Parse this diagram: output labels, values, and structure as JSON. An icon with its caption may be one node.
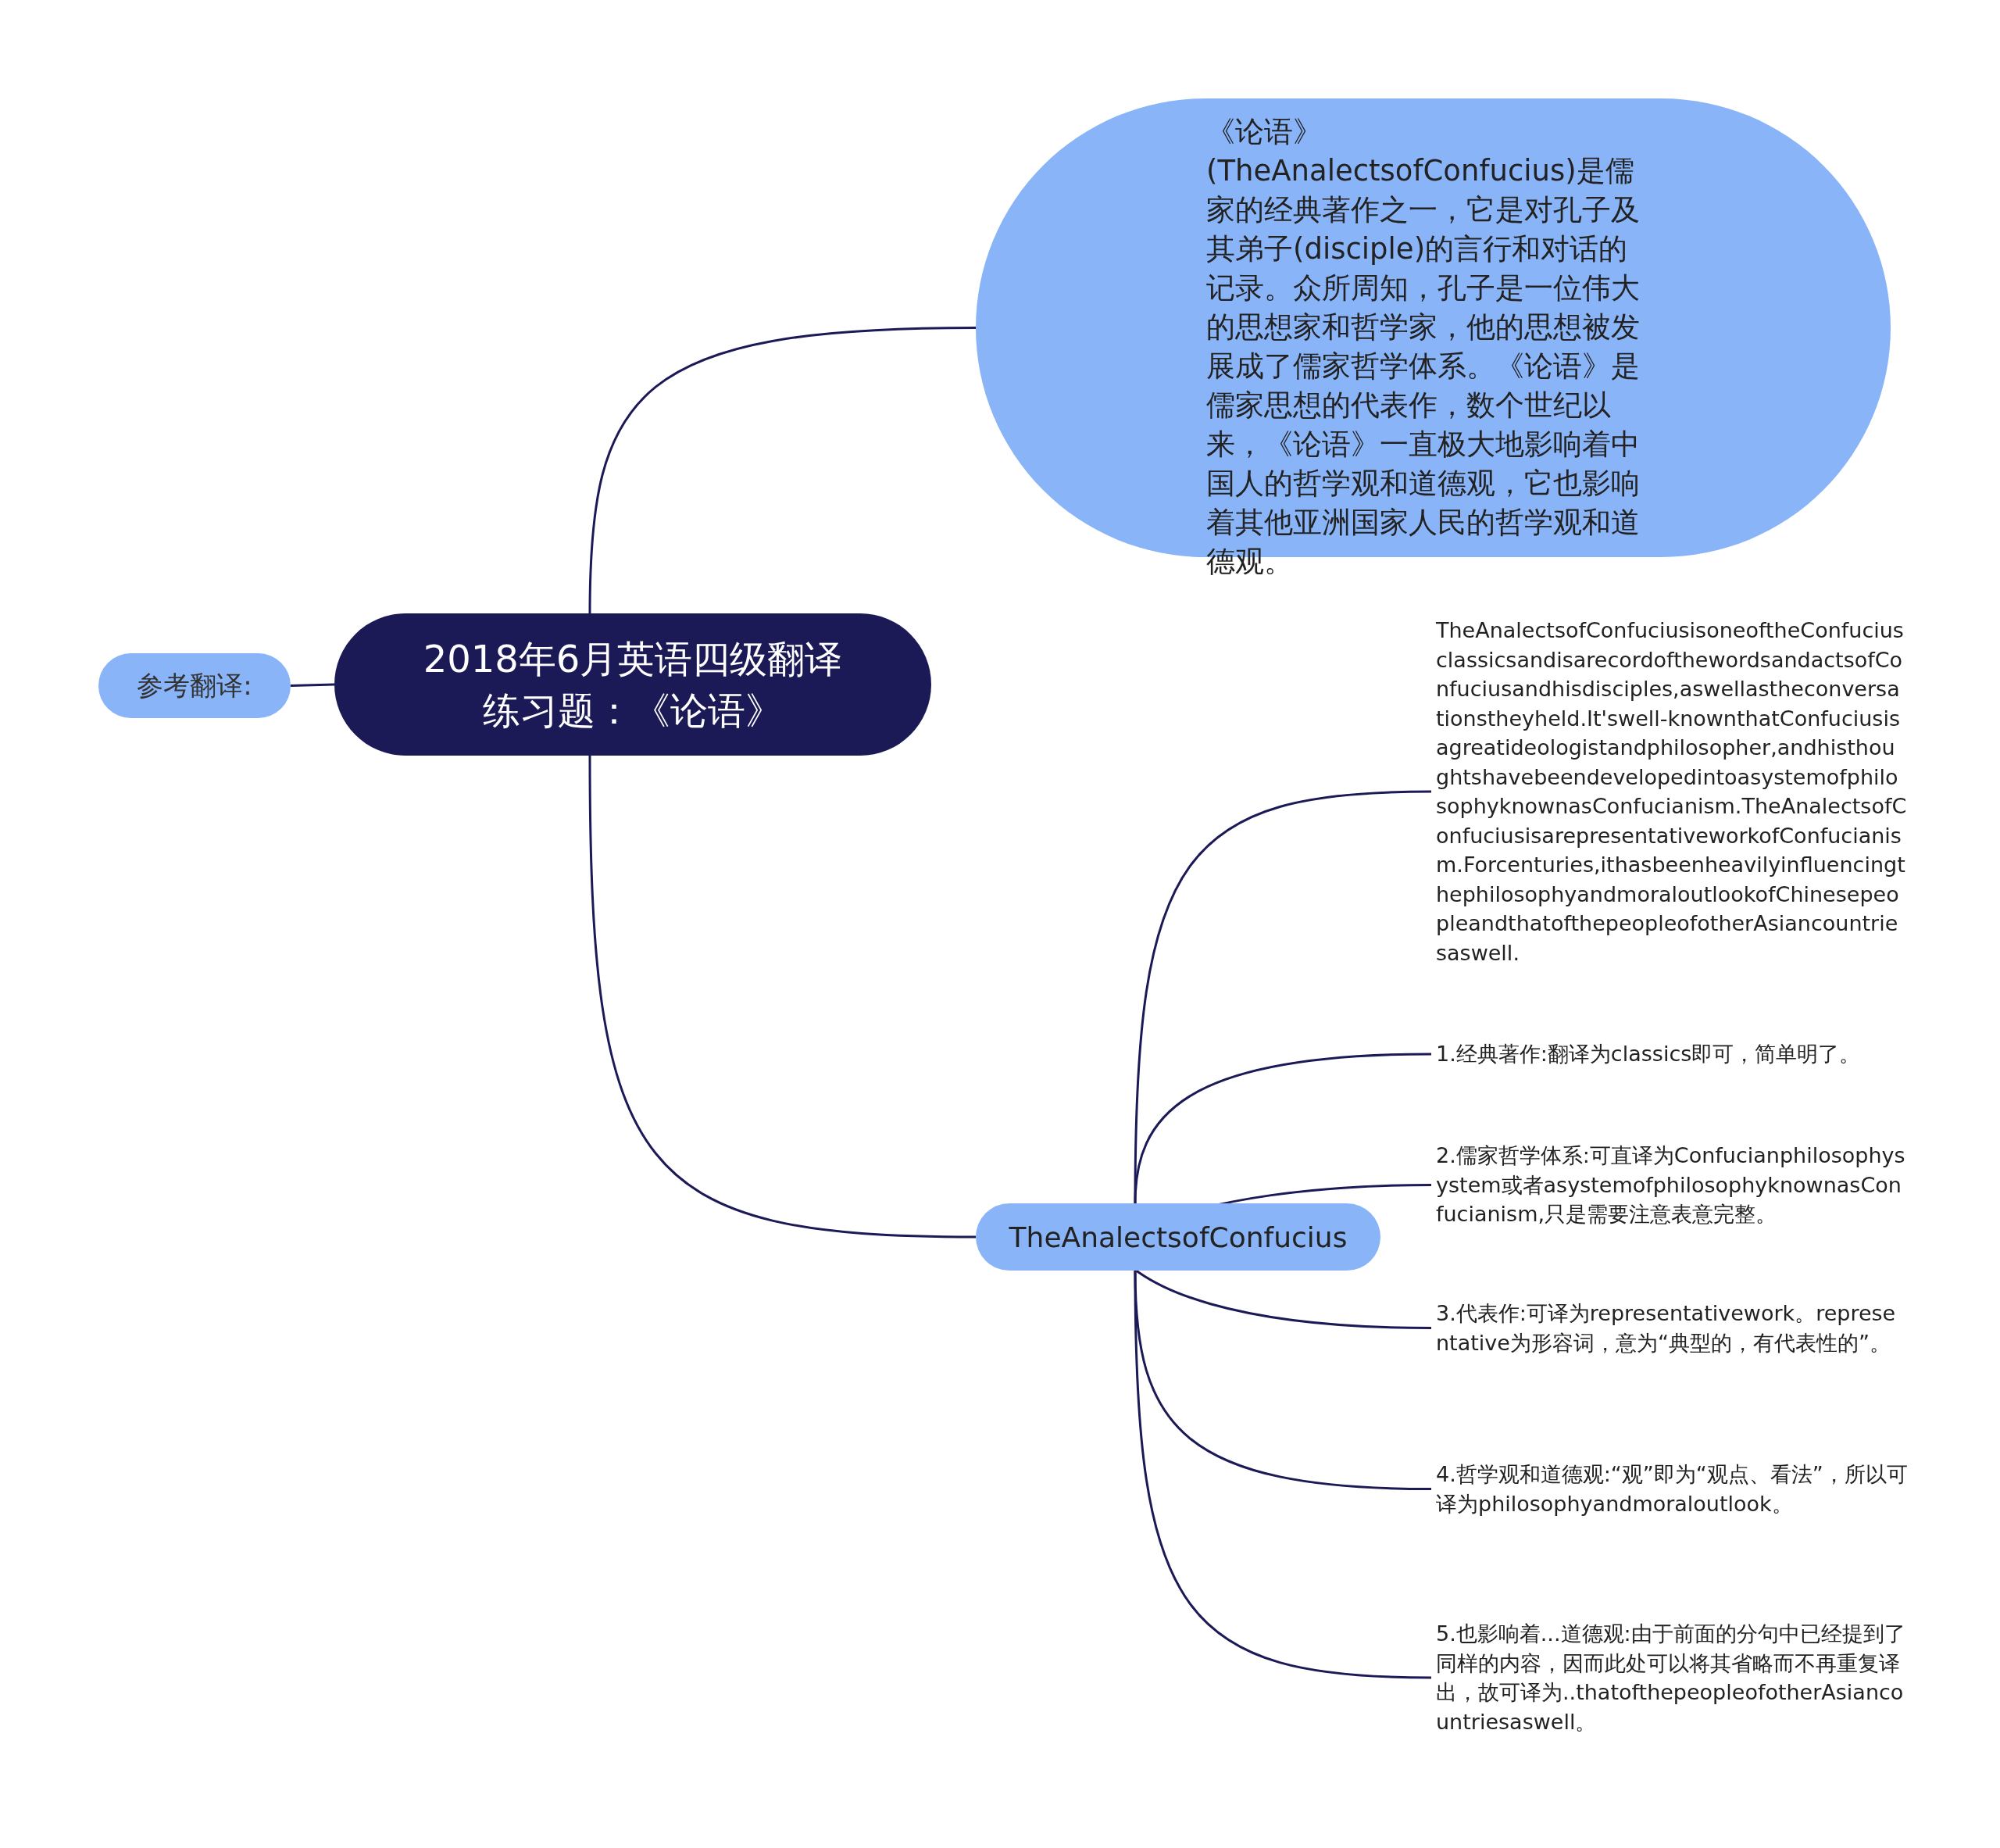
{
  "diagram": {
    "nodes": [
      {
        "text": [
          "2018年6月英语四级翻译练习题：《论语》"
        ]
      },
      {
        "text": [
          "参考翻译:"
        ]
      },
      {
        "text": [
          "《论语》(TheAnalectsofConfucius)是儒家的经典著作之一，它是对孔子及其弟子(disciple)的言行和对话的记录。众所周知，孔子是一位伟大的思想家和哲学家，他的思想被发展成了儒家哲学体系。《论语》是儒家思想的代表作，数个世纪以来，《论语》一直极大地影响着中国人的哲学观和道德观，它也影响着其他亚洲国家人民的哲学观和道德观。"
        ]
      },
      {
        "text": [
          "TheAnalectsofConfucius"
        ]
      },
      {
        "text": [
          "TheAnalectsofConfuciusisoneoftheConfuciusclassicsandisarecordofthewordsandactsofConfuciusandhisdisciples,aswellastheconversationstheyheld.It'swell-knownthatConfuciusisagreatideologistandphilosopher,andhisthoughtshavebeendevelopedintoasystemofphilosophyknownasConfucianism.TheAnalectsofConfuciusisarepresentativeworkofConfucianism.Forcenturies,ithasbeenheavilyinfluencingthephilosophyandmoraloutlookofChinesepeopleandthatofthepeopleofotherAsiancountriesaswell."
        ]
      },
      {
        "text": [
          "1.经典著作:翻译为classics即可，简单明了。"
        ]
      },
      {
        "text": [
          "2.儒家哲学体系:可直译为Confucianphilosophysystem或者asystemofphilosophyknownasConfucianism,只是需要注意表意完整。"
        ]
      },
      {
        "text": [
          "3.代表作:可译为representativework。representative为形容词，意为“典型的，有代表性的”。"
        ]
      },
      {
        "text": [
          "4.哲学观和道德观:“观”即为“观点、看法”，所以可译为philosophyandmoraloutlook。"
        ]
      },
      {
        "text": [
          "5.也影响着...道德观:由于前面的分句中已经提到了同样的内容，因而此处可以将其省略而不再重复译出，故可译为..thatofthepeopleofotherAsiancountriesaswell。"
        ]
      }
    ],
    "edges": [
      {
        "from": 0,
        "to": 1,
        "arrow": "none"
      },
      {
        "from": 0,
        "to": 2,
        "arrow": "none"
      },
      {
        "from": 0,
        "to": 3,
        "arrow": "none"
      },
      {
        "from": 3,
        "to": 4,
        "arrow": "none"
      },
      {
        "from": 3,
        "to": 5,
        "arrow": "none"
      },
      {
        "from": 3,
        "to": 6,
        "arrow": "none"
      },
      {
        "from": 3,
        "to": 7,
        "arrow": "none"
      },
      {
        "from": 3,
        "to": 8,
        "arrow": "none"
      },
      {
        "from": 3,
        "to": 9,
        "arrow": "none"
      }
    ]
  }
}
